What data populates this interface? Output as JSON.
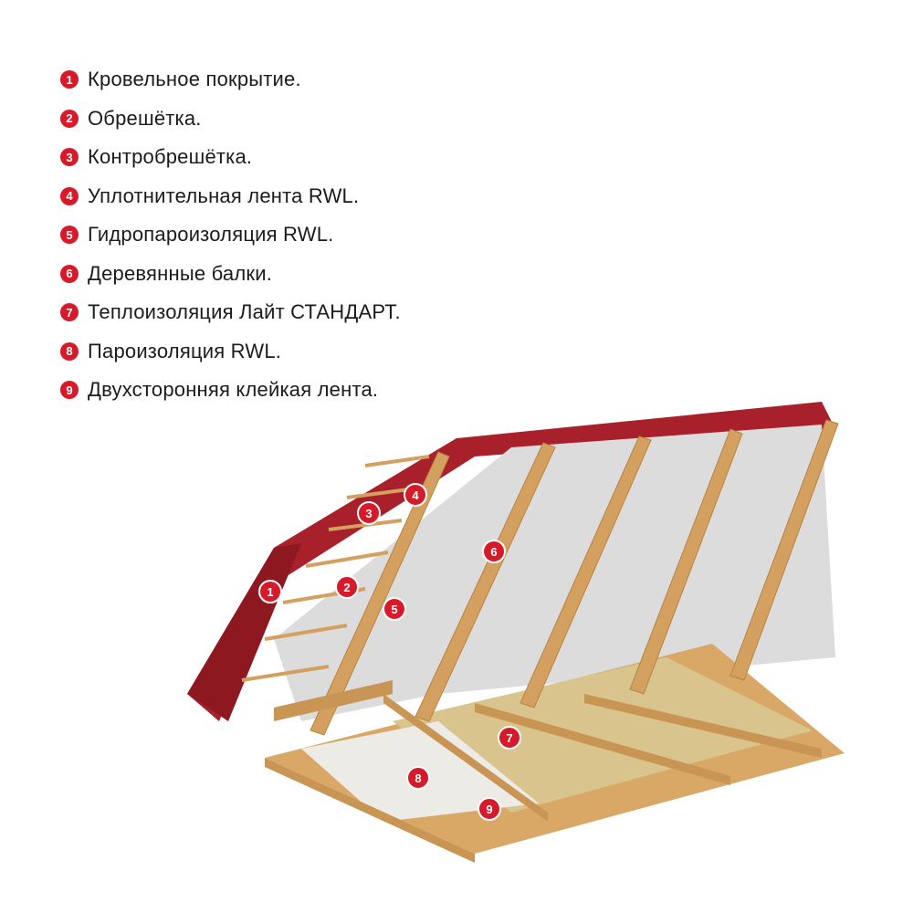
{
  "legend": {
    "items": [
      {
        "number": "1",
        "label": "Кровельное покрытие."
      },
      {
        "number": "2",
        "label": "Обрешётка."
      },
      {
        "number": "3",
        "label": "Контробрешётка."
      },
      {
        "number": "4",
        "label": "Уплотнительная лента RWL."
      },
      {
        "number": "5",
        "label": "Гидропароизоляция RWL."
      },
      {
        "number": "6",
        "label": "Деревянные балки."
      },
      {
        "number": "7",
        "label": "Теплоизоляция Лайт СТАНДАРТ."
      },
      {
        "number": "8",
        "label": "Пароизоляция RWL."
      },
      {
        "number": "9",
        "label": "Двухсторонняя клейкая лента."
      }
    ]
  },
  "markers": [
    {
      "number": "1"
    },
    {
      "number": "2"
    },
    {
      "number": "3"
    },
    {
      "number": "4"
    },
    {
      "number": "5"
    },
    {
      "number": "6"
    },
    {
      "number": "7"
    },
    {
      "number": "8"
    },
    {
      "number": "9"
    }
  ],
  "colors": {
    "accent_red": "#d71a2a",
    "tile_red": "#a8202a",
    "wood": "#d9a866",
    "membrane": "#dcdcdc",
    "insulation": "#d8c48c"
  }
}
